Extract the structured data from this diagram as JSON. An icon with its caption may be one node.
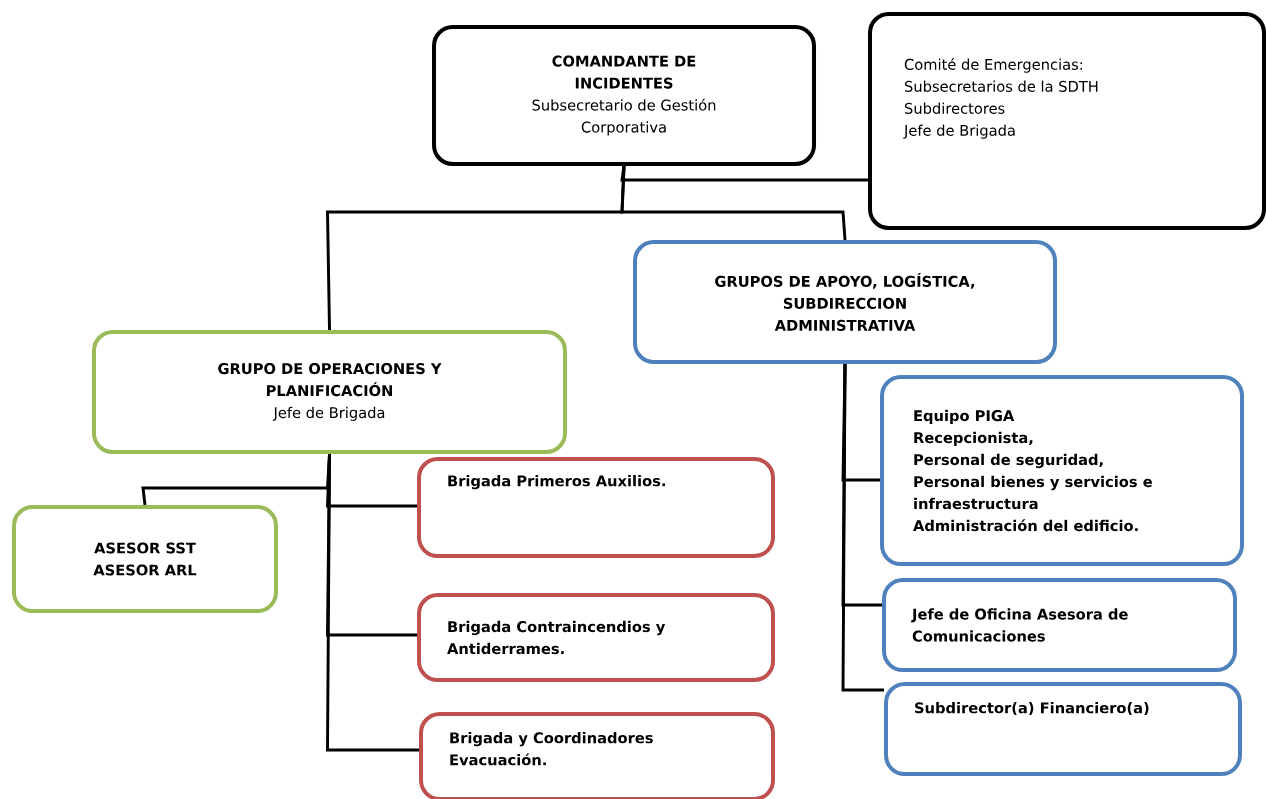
{
  "diagram": {
    "nodes": [
      {
        "text": [
          "COMANDANTE DE INCIDENTES",
          "Subsecretario de Gestión Corporativa"
        ]
      },
      {
        "text": [
          "Comité de Emergencias:",
          "Subsecretarios de la SDTH",
          "Subdirectores",
          "Jefe de Brigada"
        ]
      },
      {
        "text": [
          "GRUPOS DE APOYO, LOGÍSTICA, SUBDIRECCION ADMINISTRATIVA"
        ]
      },
      {
        "text": [
          "GRUPO DE OPERACIONES Y PLANIFICACIÓN",
          "Jefe de Brigada"
        ]
      },
      {
        "text": [
          "ASESOR SST",
          "ASESOR ARL"
        ]
      },
      {
        "text": [
          "Brigada Primeros Auxilios."
        ]
      },
      {
        "text": [
          "Brigada Contraincendios y Antiderrames."
        ]
      },
      {
        "text": [
          "Brigada y Coordinadores Evacuación."
        ]
      },
      {
        "text": [
          "Equipo PIGA",
          "Recepcionista,",
          "Personal de seguridad,",
          "Personal bienes y servicios e infraestructura",
          "Administración del edificio."
        ]
      },
      {
        "text": [
          "Jefe de Oficina Asesora de Comunicaciones"
        ]
      },
      {
        "text": [
          "Subdirector(a) Financiero(a)"
        ]
      }
    ],
    "edges": [
      {
        "from": 0,
        "to": 1,
        "arrow": "none"
      },
      {
        "from": 0,
        "to": 3,
        "arrow": "none"
      },
      {
        "from": 0,
        "to": 2,
        "arrow": "none"
      },
      {
        "from": 3,
        "to": 4,
        "arrow": "none"
      },
      {
        "from": 3,
        "to": 5,
        "arrow": "none"
      },
      {
        "from": 3,
        "to": 6,
        "arrow": "none"
      },
      {
        "from": 3,
        "to": 7,
        "arrow": "none"
      },
      {
        "from": 2,
        "to": 8,
        "arrow": "none"
      },
      {
        "from": 2,
        "to": 9,
        "arrow": "none"
      },
      {
        "from": 2,
        "to": 10,
        "arrow": "none"
      }
    ]
  }
}
